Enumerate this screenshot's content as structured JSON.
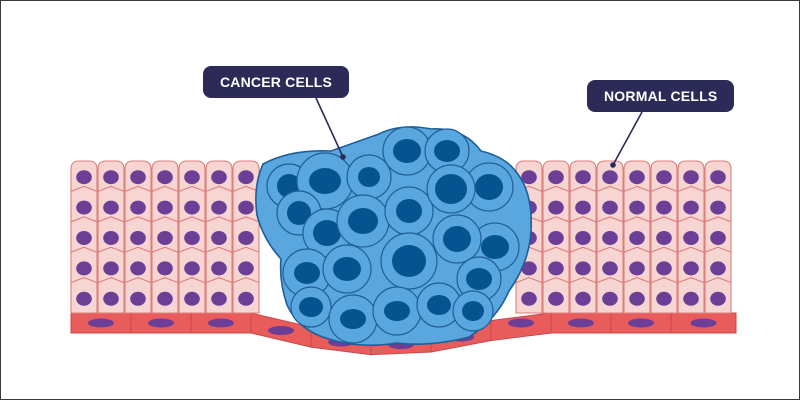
{
  "labels": {
    "cancer": "CANCER CELLS",
    "normal": "NORMAL CELLS"
  },
  "colors": {
    "normal_cell_fill": "#f7d5d3",
    "normal_cell_stroke": "#de7f7c",
    "normal_nucleus": "#6c3e96",
    "basal_cell_fill": "#e95c5c",
    "basal_nucleus": "#6c3e96",
    "cancer_cell_fill": "#5aa6de",
    "cancer_cell_stroke": "#1f5f99",
    "cancer_nucleus": "#05548f",
    "callout_bg": "#2c2b58",
    "callout_text": "#ffffff"
  },
  "icons": [
    "cancer-cell-cluster",
    "normal-epithelial-cell",
    "basal-cell"
  ]
}
